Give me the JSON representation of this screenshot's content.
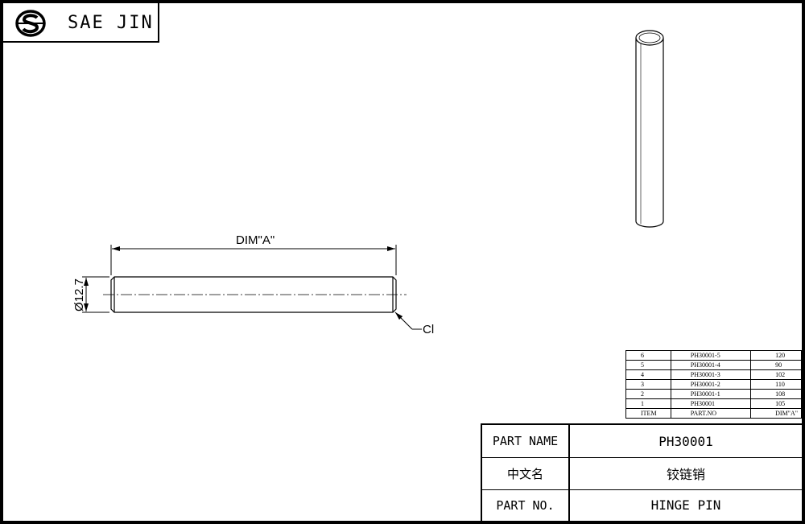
{
  "header": {
    "company_name": "SAE JIN",
    "logo_icon": "sj-logo-icon"
  },
  "drawing": {
    "dimension_length_label": "DIM\"A\"",
    "diameter_label": "Ø12.7",
    "chamfer_label": "Cl"
  },
  "parts_table": {
    "rows": [
      {
        "item": "6",
        "part_no": "PH30001-5",
        "dim": "120"
      },
      {
        "item": "5",
        "part_no": "PH30001-4",
        "dim": "90"
      },
      {
        "item": "4",
        "part_no": "PH30001-3",
        "dim": "102"
      },
      {
        "item": "3",
        "part_no": "PH30001-2",
        "dim": "110"
      },
      {
        "item": "2",
        "part_no": "PH30001-1",
        "dim": "108"
      },
      {
        "item": "1",
        "part_no": "PH30001",
        "dim": "105"
      }
    ],
    "header": {
      "item": "ITEM",
      "part_no": "PART.NO",
      "dim": "DIM\"A\""
    }
  },
  "title_block": {
    "part_name_label": "PART NAME",
    "part_name_value": "PH30001",
    "chinese_label": "中文名",
    "chinese_value": "铰链销",
    "part_no_label": "PART NO.",
    "part_no_value": "HINGE PIN"
  }
}
